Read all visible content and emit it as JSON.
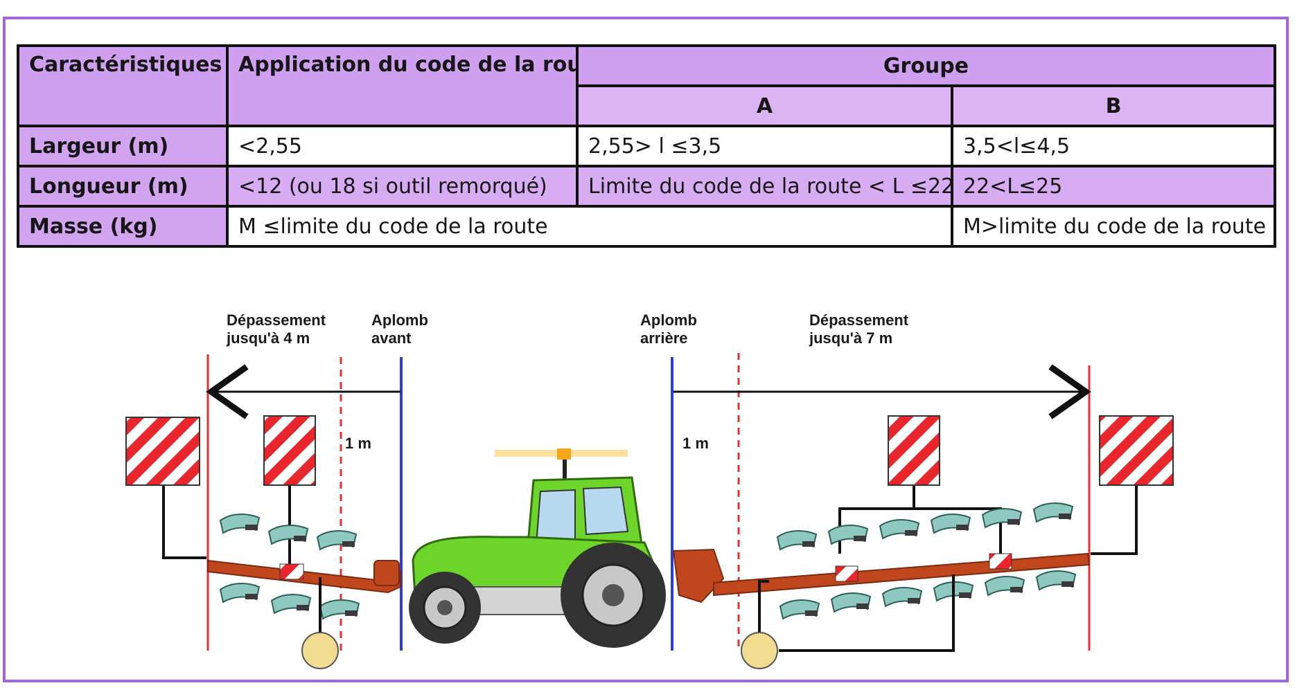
{
  "table": {
    "headers": {
      "characteristics": "Caractéristiques",
      "application": "Application du code de la route",
      "group": "Groupe",
      "group_a": "A",
      "group_b": "B"
    },
    "rows": [
      {
        "label": "Largeur (m)",
        "application": "<2,55",
        "group_a": "2,55> l ≤3,5",
        "group_b": "3,5<l≤4,5"
      },
      {
        "label": "Longueur (m)",
        "application": "<12 (ou 18 si outil remorqué)",
        "group_a": "Limite du code de la route < L ≤22",
        "group_b": "22<L≤25"
      },
      {
        "label": "Masse (kg)",
        "application_and_a": "M ≤limite du code de la route",
        "group_b": "M>limite du code de la route"
      }
    ]
  },
  "diagram": {
    "front_overhang_l1": "Dépassement",
    "front_overhang_l2": "jusqu'à 4 m",
    "front_plumb_l1": "Aplomb",
    "front_plumb_l2": "avant",
    "rear_plumb_l1": "Aplomb",
    "rear_plumb_l2": "arrière",
    "rear_overhang_l1": "Dépassement",
    "rear_overhang_l2": "jusqu'à 7 m",
    "front_gap": "1 m",
    "rear_gap": "1 m"
  },
  "colors": {
    "frame": "#a266d6",
    "header": "#cf9ff0",
    "row_shade": "#d8acf2",
    "tractor": "#6ed62a",
    "plough_frame": "#c0461e",
    "plumb_line": "#2a3fd8",
    "limit_line": "#e43030"
  }
}
